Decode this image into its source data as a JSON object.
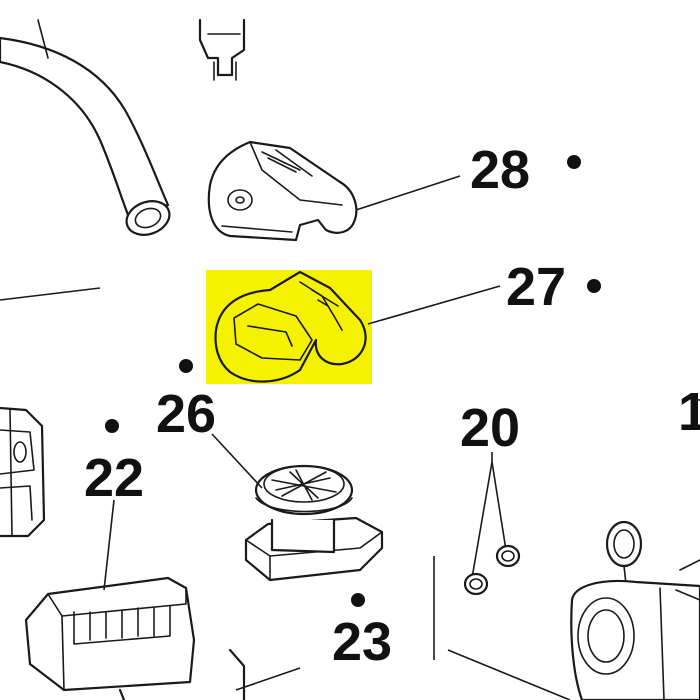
{
  "diagram": {
    "callouts": [
      {
        "id": "28",
        "label": "28",
        "marked": true
      },
      {
        "id": "27",
        "label": "27",
        "marked": true
      },
      {
        "id": "26",
        "label": "26",
        "marked": true
      },
      {
        "id": "22",
        "label": "22",
        "marked": true
      },
      {
        "id": "20",
        "label": "20",
        "marked": false
      },
      {
        "id": "23",
        "label": "23",
        "marked": true
      },
      {
        "id": "edge",
        "label": "1",
        "marked": false
      }
    ],
    "highlight": {
      "part": "27",
      "color": "#f5f200"
    },
    "colors": {
      "line": "#1a1a1a",
      "background": "#ffffff"
    }
  }
}
